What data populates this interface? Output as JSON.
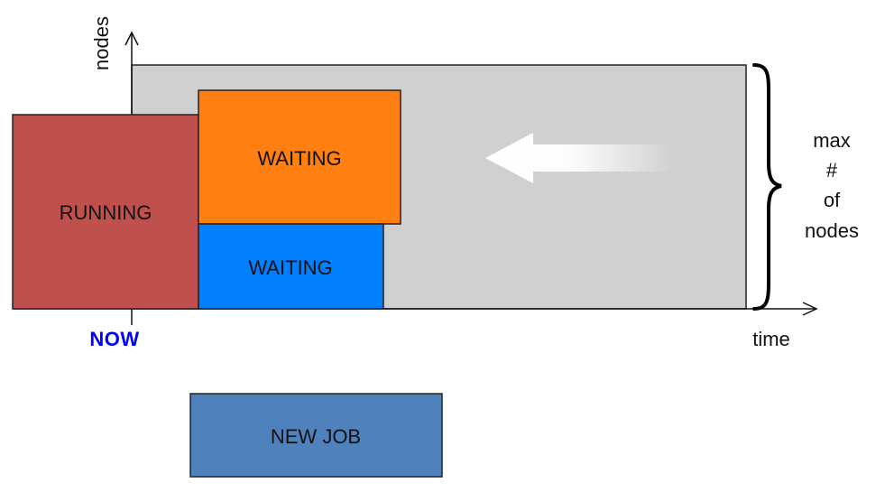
{
  "diagram": {
    "axes": {
      "y_label": "nodes",
      "x_label": "time",
      "marker_label": "NOW"
    },
    "boxes": {
      "running": "RUNNING",
      "waiting_top": "WAITING",
      "waiting_bottom": "WAITING",
      "new_job": "NEW JOB"
    },
    "capacity_label": {
      "line1": "max",
      "line2": "#",
      "line3": "of",
      "line4": "nodes"
    }
  },
  "colors": {
    "running": "#c0504d",
    "waiting_top": "#ff8011",
    "waiting_bottom": "#0080ff",
    "new_job": "#4f81bd",
    "capacity_area": "#d0d0d0",
    "now_text": "#0000ff"
  },
  "icons": {
    "shift_arrow": "arrow-left-icon",
    "capacity_brace": "curly-brace-icon"
  }
}
